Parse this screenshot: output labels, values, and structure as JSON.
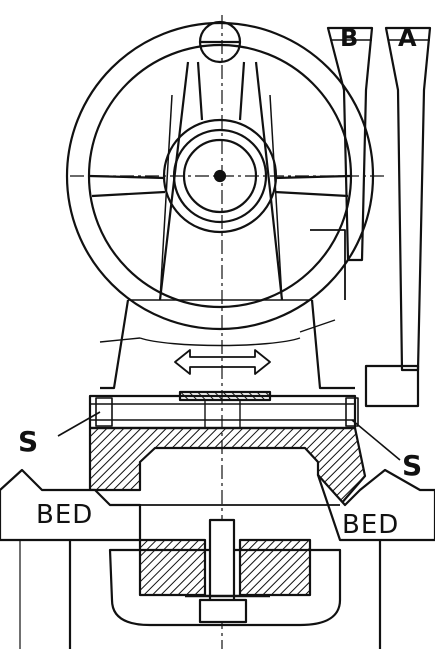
{
  "labels": {
    "handle_b": "B",
    "handle_a": "A",
    "screw_left": "S",
    "screw_right": "S",
    "bed_left": "BED",
    "bed_right": "BED"
  },
  "colors": {
    "ink": "#111111",
    "paper": "#ffffff"
  }
}
